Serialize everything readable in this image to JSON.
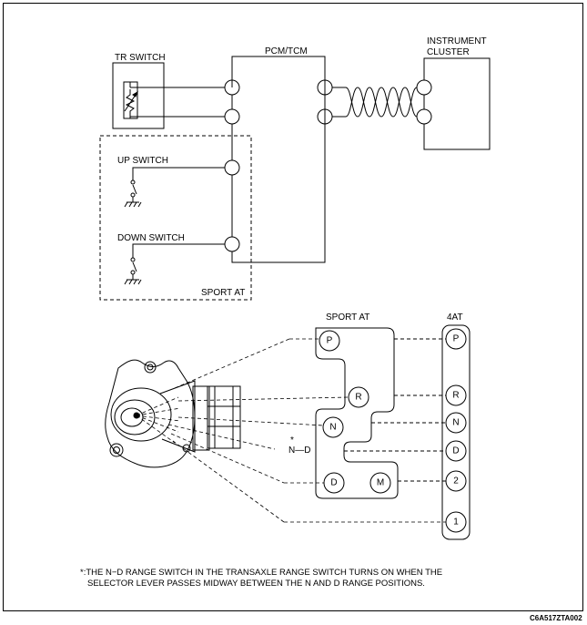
{
  "labels": {
    "tr_switch": "TR SWITCH",
    "pcm_tcm": "PCM/TCM",
    "instrument_line1": "INSTRUMENT",
    "instrument_line2": "CLUSTER",
    "up_switch": "UP SWITCH",
    "down_switch": "DOWN SWITCH",
    "sport_at_box": "SPORT AT",
    "sport_at_header": "SPORT AT",
    "four_at_header": "4AT",
    "nd_star": "*",
    "nd_label": "N—D"
  },
  "sport_at_positions": [
    "P",
    "R",
    "N",
    "D",
    "M"
  ],
  "four_at_positions": [
    "P",
    "R",
    "N",
    "D",
    "2",
    "1"
  ],
  "footnote": {
    "line1": "*:THE N−D RANGE SWITCH IN THE TRANSAXLE RANGE SWITCH TURNS ON WHEN THE",
    "line2": "SELECTOR LEVER PASSES MIDWAY BETWEEN THE N AND D RANGE POSITIONS."
  },
  "figure_code": "C6A517ZTA002"
}
